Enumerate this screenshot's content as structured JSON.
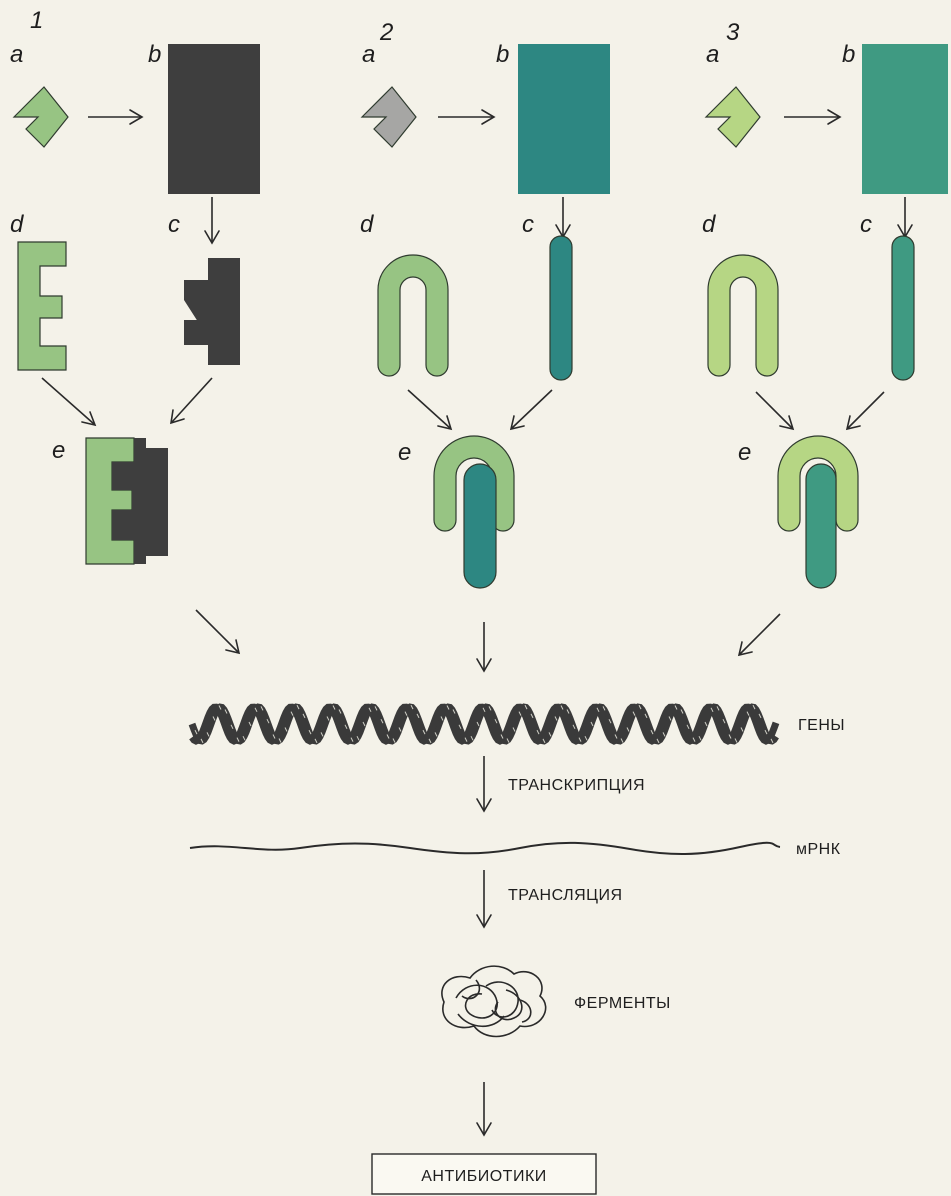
{
  "panels": [
    {
      "number": "1",
      "a": "a",
      "b": "b",
      "c": "c",
      "d": "d",
      "e": "e"
    },
    {
      "number": "2",
      "a": "a",
      "b": "b",
      "c": "c",
      "d": "d",
      "e": "e"
    },
    {
      "number": "3",
      "a": "a",
      "b": "b",
      "c": "c",
      "d": "d",
      "e": "e"
    }
  ],
  "pathway": {
    "genes": "ГЕНЫ",
    "transcription": "ТРАНСКРИПЦИЯ",
    "mrna": "мРНК",
    "translation": "ТРАНСЛЯЦИЯ",
    "enzymes": "ФЕРМЕНТЫ",
    "antibiotics": "АНТИБИОТИКИ"
  },
  "colors": {
    "light_green": "#97c483",
    "pale_green": "#b6d684",
    "gray": "#a6a6a4",
    "dark": "#3e3e3e",
    "teal": "#2d8782",
    "teal_green": "#3f9a82",
    "background": "#f4f2e9"
  }
}
